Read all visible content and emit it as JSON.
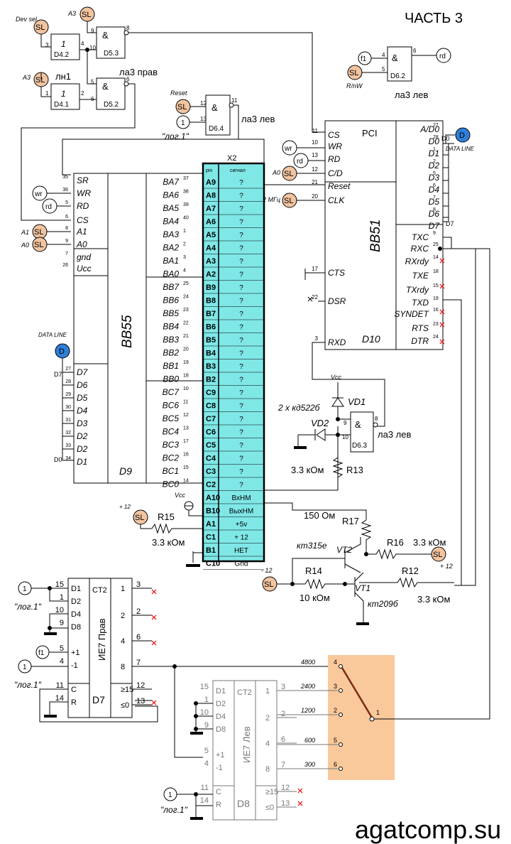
{
  "title": "ЧАСТЬ 3",
  "watermark": "agatcomp.su",
  "colors": {
    "sl_fill": "#f2c4a0",
    "connector_fill": "#80e7e7",
    "switch_fill": "#f9c89b",
    "data_line": "#2f7fd8"
  },
  "common": {
    "sl": "SL",
    "d": "D",
    "amp": "&",
    "one": "1",
    "log1": "\"лог.1\"",
    "wr": "wr",
    "rd": "rd",
    "f1": "f1",
    "data_line": "DATA LINE",
    "vcc": "Vcc",
    "a3": "A3",
    "a1": "A1",
    "a0": "A0",
    "reset": "Reset"
  },
  "top_logic": {
    "devsel": "Dev sel",
    "d42": "D4.2",
    "d41": "D4.1",
    "d53": "D5.3",
    "d52": "D5.2",
    "d64": "D6.4",
    "d62": "D6.2",
    "ln1": "лн1",
    "la3_prav": "ла3 прав",
    "la3_lev": "ла3 лев",
    "rnw": "R/nW",
    "pins": [
      "3",
      "4",
      "1",
      "2",
      "9",
      "10",
      "8",
      "5",
      "6",
      "6",
      "12",
      "13",
      "11",
      "4",
      "5",
      "6"
    ]
  },
  "d10": {
    "name": "ВВ51",
    "ref": "D10",
    "pci": "PCI",
    "a0": "A0",
    "clk_src": "2 МГц",
    "left_pins": [
      {
        "n": "11",
        "s": "CS"
      },
      {
        "n": "10",
        "s": "WR"
      },
      {
        "n": "13",
        "s": "RD"
      },
      {
        "n": "12",
        "s": "C/D"
      },
      {
        "n": "21",
        "s": "Reset"
      },
      {
        "n": "20",
        "s": "CLK"
      },
      {
        "n": "17",
        "s": "CTS"
      },
      {
        "n": "22",
        "s": "DSR"
      },
      {
        "n": "3",
        "s": "RXD"
      }
    ],
    "data_pins": [
      {
        "n": "27",
        "s": "A/D0"
      },
      {
        "n": "28",
        "s": "D0"
      },
      {
        "n": "1",
        "s": "D1"
      },
      {
        "n": "2",
        "s": "D2"
      },
      {
        "n": "5",
        "s": "D3"
      },
      {
        "n": "6",
        "s": "D4"
      },
      {
        "n": "7",
        "s": "D5"
      },
      {
        "n": "8",
        "s": "D6"
      },
      {
        "n": "",
        "s": "D7"
      }
    ],
    "right_pins": [
      {
        "n": "9",
        "s": "TXC"
      },
      {
        "n": "25",
        "s": "RXC"
      },
      {
        "n": "14",
        "s": "RXrdy"
      },
      {
        "n": "18",
        "s": "TXE"
      },
      {
        "n": "15",
        "s": "TXrdy"
      },
      {
        "n": "19",
        "s": "TXD"
      },
      {
        "n": "16",
        "s": "SYNDET"
      },
      {
        "n": "23",
        "s": "RTS"
      },
      {
        "n": "24",
        "s": "DTR"
      }
    ],
    "d0": "D0",
    "d7": "D7"
  },
  "d9": {
    "name": "ВВ55",
    "ref": "D9",
    "left_pins": [
      {
        "n": "35",
        "s": "SR"
      },
      {
        "n": "36",
        "s": "WR"
      },
      {
        "n": "5",
        "s": "RD"
      },
      {
        "n": "6",
        "s": "CS"
      },
      {
        "n": "8",
        "s": "A1"
      },
      {
        "n": "9",
        "s": "A0"
      },
      {
        "n": "7",
        "s": "gnd"
      },
      {
        "n": "26",
        "s": "Ucc"
      }
    ],
    "d_pins": [
      {
        "n": "27",
        "s": "D7"
      },
      {
        "n": "28",
        "s": "D6"
      },
      {
        "n": "29",
        "s": "D5"
      },
      {
        "n": "30",
        "s": "D4"
      },
      {
        "n": "31",
        "s": "D3"
      },
      {
        "n": "32",
        "s": "D2"
      },
      {
        "n": "33",
        "s": "D2"
      },
      {
        "n": "34",
        "s": "D1"
      }
    ],
    "ba": [
      {
        "n": "37",
        "s": "BA7"
      },
      {
        "n": "38",
        "s": "BA6"
      },
      {
        "n": "39",
        "s": "BA5"
      },
      {
        "n": "40",
        "s": "BA4"
      },
      {
        "n": "1",
        "s": "BA3"
      },
      {
        "n": "2",
        "s": "BA2"
      },
      {
        "n": "3",
        "s": "BA1"
      },
      {
        "n": "4",
        "s": "BA0"
      }
    ],
    "bb": [
      {
        "n": "25",
        "s": "BB7"
      },
      {
        "n": "24",
        "s": "BB6"
      },
      {
        "n": "23",
        "s": "BB5"
      },
      {
        "n": "22",
        "s": "BB4"
      },
      {
        "n": "21",
        "s": "BB3"
      },
      {
        "n": "20",
        "s": "BB2"
      },
      {
        "n": "19",
        "s": "BB1"
      },
      {
        "n": "18",
        "s": "BB0"
      }
    ],
    "bc": [
      {
        "n": "10",
        "s": "BC7"
      },
      {
        "n": "11",
        "s": "BC6"
      },
      {
        "n": "12",
        "s": "BC5"
      },
      {
        "n": "13",
        "s": "BC4"
      },
      {
        "n": "17",
        "s": "BC3"
      },
      {
        "n": "16",
        "s": "BC2"
      },
      {
        "n": "15",
        "s": "BC1"
      },
      {
        "n": "14",
        "s": "BC0"
      }
    ],
    "d7": "D7",
    "d0": "D0"
  },
  "x2": {
    "name": "X2",
    "head": [
      "pin",
      "сигнал"
    ],
    "rows": [
      [
        "A9",
        "?"
      ],
      [
        "A8",
        "?"
      ],
      [
        "A7",
        "?"
      ],
      [
        "A6",
        "?"
      ],
      [
        "A5",
        "?"
      ],
      [
        "A4",
        "?"
      ],
      [
        "A3",
        "?"
      ],
      [
        "A2",
        "?"
      ],
      [
        "B9",
        "?"
      ],
      [
        "B8",
        "?"
      ],
      [
        "B7",
        "?"
      ],
      [
        "B6",
        "?"
      ],
      [
        "B5",
        "?"
      ],
      [
        "B4",
        "?"
      ],
      [
        "B3",
        "?"
      ],
      [
        "B2",
        "?"
      ],
      [
        "C9",
        "?"
      ],
      [
        "C8",
        "?"
      ],
      [
        "C7",
        "?"
      ],
      [
        "C6",
        "?"
      ],
      [
        "C5",
        "?"
      ],
      [
        "C4",
        "?"
      ],
      [
        "C3",
        "?"
      ],
      [
        "C2",
        "?"
      ],
      [
        "A10",
        "ВхНМ"
      ],
      [
        "B10",
        "ВыхНМ"
      ],
      [
        "A1",
        "+5v"
      ],
      [
        "C1",
        "+ 12"
      ],
      [
        "B1",
        "НЕТ"
      ],
      [
        "C10",
        "Gnd"
      ]
    ]
  },
  "analog": {
    "r15": "R15",
    "r15v": "3.3 кОм",
    "p12": "+ 12",
    "p12b": "+ 12",
    "m12": "- 12",
    "r13": "R13",
    "r13v": "3.3 кОм",
    "r17": "R17",
    "r17v": "150 Ом",
    "r16": "R16",
    "r16v": "3.3 кОм",
    "r14": "R14",
    "r14v": "10 кОм",
    "r12": "R12",
    "r12v": "3.3 кОм",
    "vt2": "VT2",
    "vt2t": "кт315е",
    "vt1": "VT1",
    "vt1t": "кт209б",
    "vd1": "VD1",
    "vd2": "VD2",
    "diodes": "2 x кд522б",
    "d63": "D6.3",
    "la3lev": "ла3 лев",
    "pins": [
      "9",
      "10",
      "8"
    ]
  },
  "d7": {
    "name": "ИЕ7  Прав",
    "ref": "D7",
    "ct2": "CT2",
    "in": [
      {
        "n": "15",
        "s": "D1"
      },
      {
        "n": "1",
        "s": "D2"
      },
      {
        "n": "10",
        "s": "D4"
      },
      {
        "n": "9",
        "s": "D8"
      },
      {
        "n": "5",
        "s": "+1"
      },
      {
        "n": "4",
        "s": "-1"
      },
      {
        "n": "11",
        "s": "C"
      },
      {
        "n": "14",
        "s": "R"
      }
    ],
    "out": [
      {
        "n": "3",
        "s": "1"
      },
      {
        "n": "2",
        "s": "2"
      },
      {
        "n": "6",
        "s": "4"
      },
      {
        "n": "7",
        "s": "8"
      },
      {
        "n": "12",
        "s": "≥15"
      },
      {
        "n": "13",
        "s": "≤0"
      }
    ]
  },
  "d8": {
    "name": "ИЕ7  Лев",
    "ref": "D8",
    "ct2": "CT2",
    "in": [
      {
        "n": "15",
        "s": "D1"
      },
      {
        "n": "1",
        "s": "D2"
      },
      {
        "n": "10",
        "s": "D4"
      },
      {
        "n": "9",
        "s": "D8"
      },
      {
        "n": "5",
        "s": "+1"
      },
      {
        "n": "4",
        "s": "-1"
      },
      {
        "n": "11",
        "s": "C"
      },
      {
        "n": "14",
        "s": "R"
      }
    ],
    "out": [
      {
        "n": "3",
        "s": "1"
      },
      {
        "n": "2",
        "s": "2"
      },
      {
        "n": "6",
        "s": "4"
      },
      {
        "n": "7",
        "s": "8"
      },
      {
        "n": "12",
        "s": "≥15"
      },
      {
        "n": "13",
        "s": "≤0"
      }
    ]
  },
  "switch": {
    "pos": [
      {
        "n": "4",
        "b": "4800"
      },
      {
        "n": "3",
        "b": "2400"
      },
      {
        "n": "2",
        "b": "1200"
      },
      {
        "n": "5",
        "b": "600"
      },
      {
        "n": "6",
        "b": "300"
      }
    ],
    "common": "1"
  }
}
